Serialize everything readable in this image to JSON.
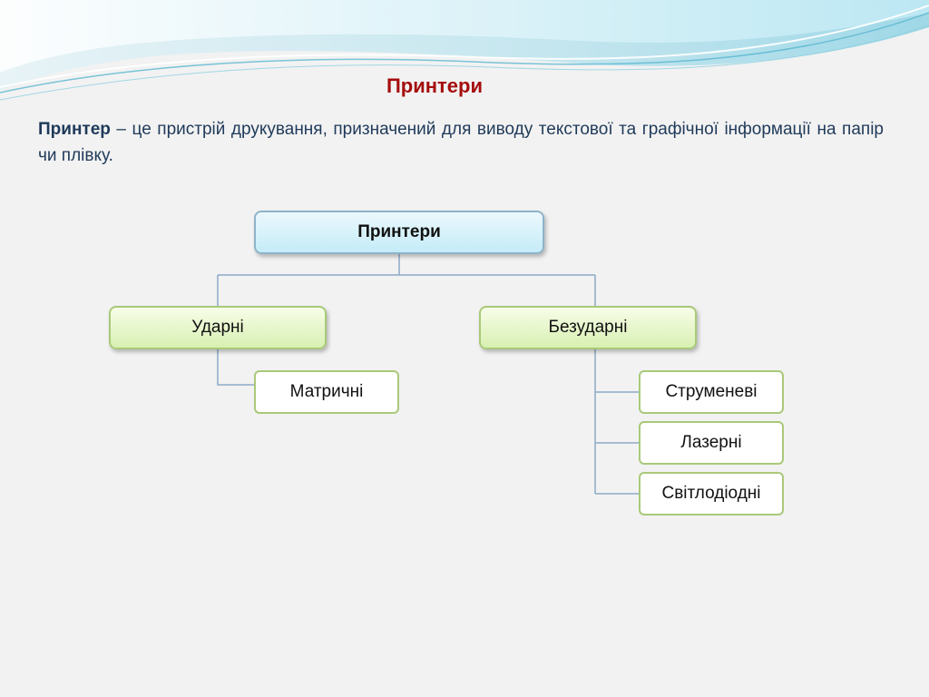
{
  "slide": {
    "title": "Принтери",
    "definition": {
      "term": "Принтер",
      "text": " – це пристрій друкування, призначений для виводу текстової та графічної інформації на папір чи плівку."
    }
  },
  "diagram": {
    "root": "Принтери",
    "impact": {
      "label": "Ударні",
      "children": [
        "Матричні"
      ]
    },
    "non_impact": {
      "label": "Безударні",
      "children": [
        "Струменеві",
        "Лазерні",
        "Світлодіодні"
      ]
    }
  },
  "colors": {
    "title": "#a50d0d",
    "text": "#1f3a5a",
    "connector": "#8ea9c8",
    "root_border": "#8fb3c9",
    "node_border": "#a9c979"
  }
}
